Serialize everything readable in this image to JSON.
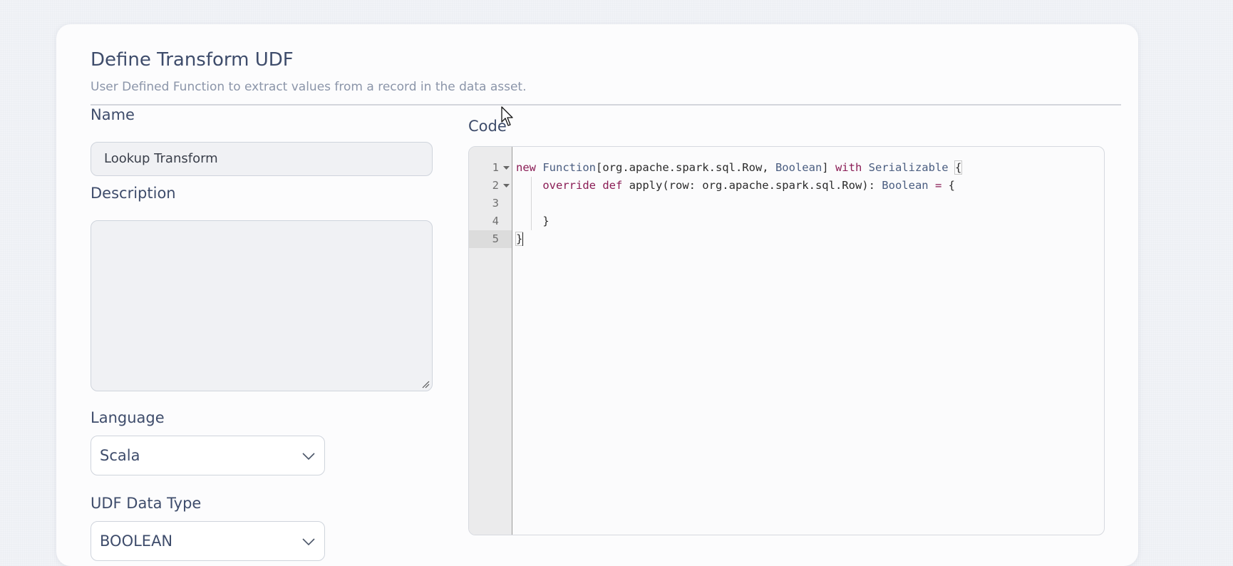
{
  "header": {
    "title": "Define Transform UDF",
    "subtitle": "User Defined Function to extract values from a record in the data asset."
  },
  "form": {
    "name_label": "Name",
    "name_value": "Lookup Transform",
    "description_label": "Description",
    "description_value": "",
    "language_label": "Language",
    "language_value": "Scala",
    "udf_type_label": "UDF Data Type",
    "udf_type_value": "BOOLEAN"
  },
  "code": {
    "label": "Code",
    "line_numbers": [
      "1",
      "2",
      "3",
      "4",
      "5"
    ],
    "active_line": "5",
    "lines": [
      "new Function[org.apache.spark.sql.Row, Boolean] with Serializable {",
      "    override def apply(row: org.apache.spark.sql.Row): Boolean = {",
      "",
      "    }",
      "}"
    ],
    "tokens": {
      "l1_new": "new",
      "l1_function": "Function",
      "l1_generic_open": "[org.apache.spark.sql.Row, ",
      "l1_boolean": "Boolean",
      "l1_generic_close": "] ",
      "l1_with": "with",
      "l1_serializable": "Serializable",
      "l1_brace": "{",
      "l2_override": "override",
      "l2_def": "def",
      "l2_apply": " apply(row: org.apache.spark.sql.Row): ",
      "l2_boolean": "Boolean",
      "l2_eq": "=",
      "l2_brace": "{",
      "l4_brace": "}",
      "l5_brace": "}"
    }
  },
  "icons": {
    "language_chevron": "chevron-down-icon",
    "udf_type_chevron": "chevron-down-icon",
    "fold_line1": "fold-arrow-icon",
    "fold_line2": "fold-arrow-icon",
    "resize": "resize-handle-icon",
    "pointer": "mouse-pointer-icon"
  },
  "colors": {
    "heading": "#3e4c6b",
    "subtext": "#8b95a9",
    "keyword": "#8a1c55",
    "type": "#4a5d80"
  }
}
